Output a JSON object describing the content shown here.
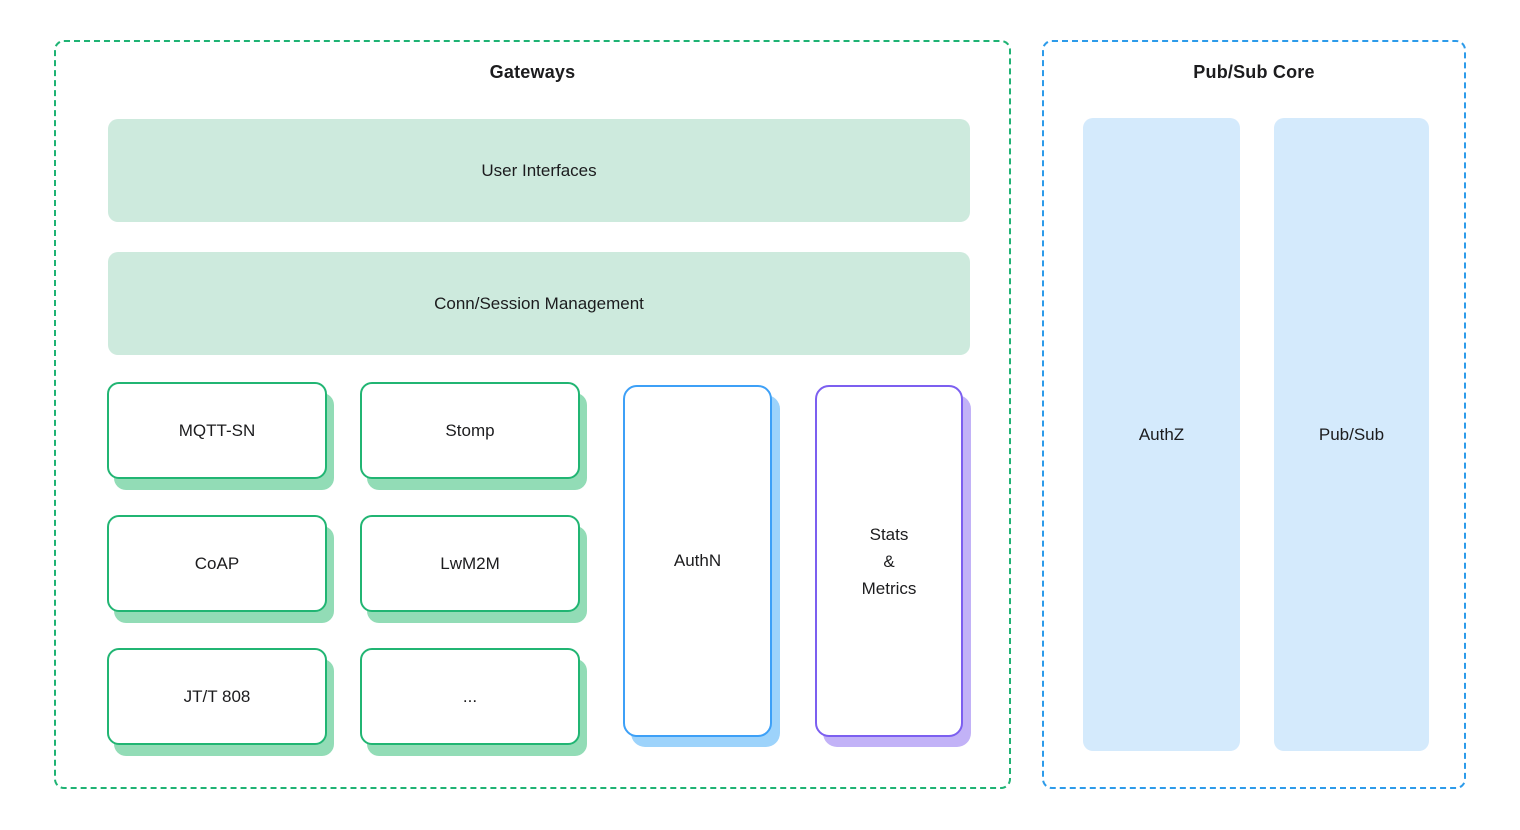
{
  "gateways": {
    "title": "Gateways",
    "bars": [
      {
        "label": "User Interfaces"
      },
      {
        "label": "Conn/Session Management"
      }
    ],
    "protocols": [
      "MQTT-SN",
      "Stomp",
      "CoAP",
      "LwM2M",
      "JT/T 808",
      "..."
    ],
    "authn": {
      "label": "AuthN"
    },
    "stats": {
      "lines": [
        "Stats",
        "&",
        "Metrics"
      ]
    }
  },
  "pubsub_core": {
    "title": "Pub/Sub Core",
    "columns": [
      {
        "label": "AuthZ"
      },
      {
        "label": "Pub/Sub"
      }
    ]
  },
  "theme": {
    "green_dash": "#1fb374",
    "blue_dash": "#2d9bea",
    "mint_fill": "#cdeadd",
    "green_stroke": "#21b573",
    "green_shadow": "#92dcb6",
    "blue_stroke": "#3da0f7",
    "blue_shadow": "#9dd3fb",
    "purple_stroke": "#7c5ff0",
    "purple_shadow": "#c2b2f7",
    "lightblue_fill": "#d4eafc",
    "text": "#1c1c1e"
  }
}
